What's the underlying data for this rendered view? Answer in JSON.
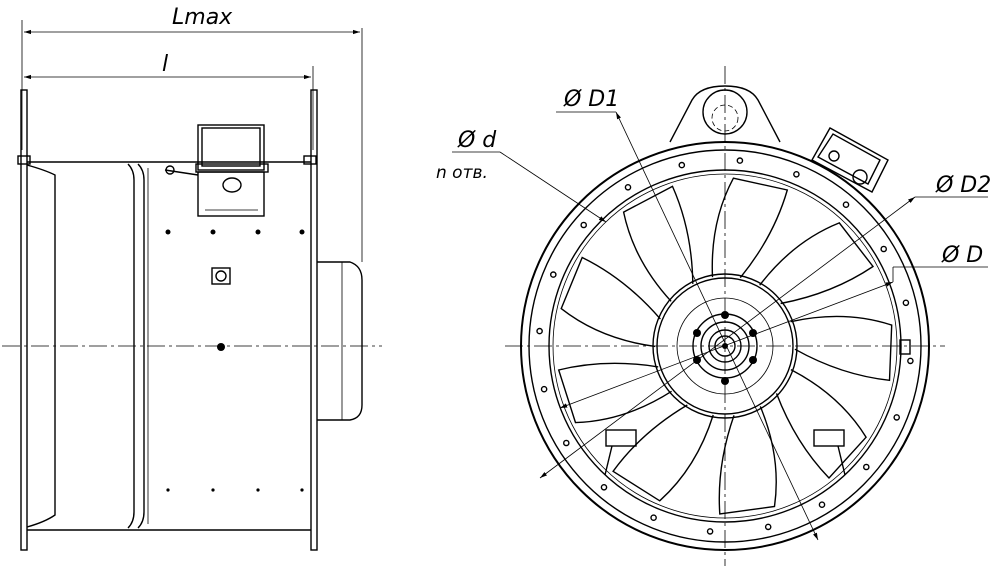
{
  "labels": {
    "lmax": "Lmax",
    "l": "l",
    "d1": "Ø D1",
    "d": "Ø d",
    "holes": "n отв.",
    "d2": "Ø D2",
    "dd": "Ø D"
  }
}
